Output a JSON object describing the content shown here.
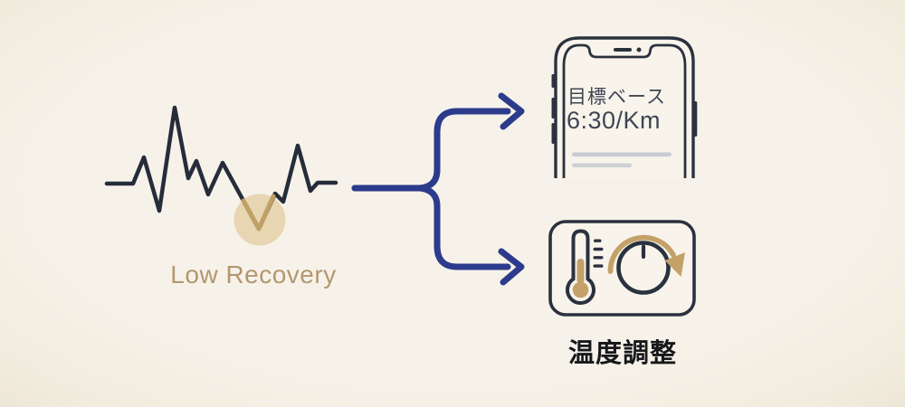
{
  "diagram": {
    "trigger": {
      "label": "Low Recovery",
      "icon": "ecg-waveform-icon",
      "highlight_icon": "dip-highlight-circle"
    },
    "branch": {
      "icon": "branch-arrows-icon",
      "count": 2
    },
    "outcome_pace": {
      "icon": "smartphone-icon",
      "title": "目標ベース",
      "value": "6:30/Km",
      "placeholder_lines": 2
    },
    "outcome_temp": {
      "icon": "thermostat-dial-icon",
      "label": "温度調整",
      "sub_icons": [
        "thermometer-icon",
        "dial-knob-icon",
        "rotate-clockwise-arrow-icon"
      ]
    },
    "colors": {
      "background": "#f4efe6",
      "waveform_dark": "#252d3b",
      "outline_dark": "#2a323e",
      "arrow_blue": "#2c3b8c",
      "accent_tan": "#c3a169",
      "highlight_tan": "#e6d3ab",
      "label_tan": "#b29770",
      "phone_text": "#3e4654",
      "heading_dark": "#17181c",
      "placeholder_gray": "#c9cad1"
    }
  }
}
